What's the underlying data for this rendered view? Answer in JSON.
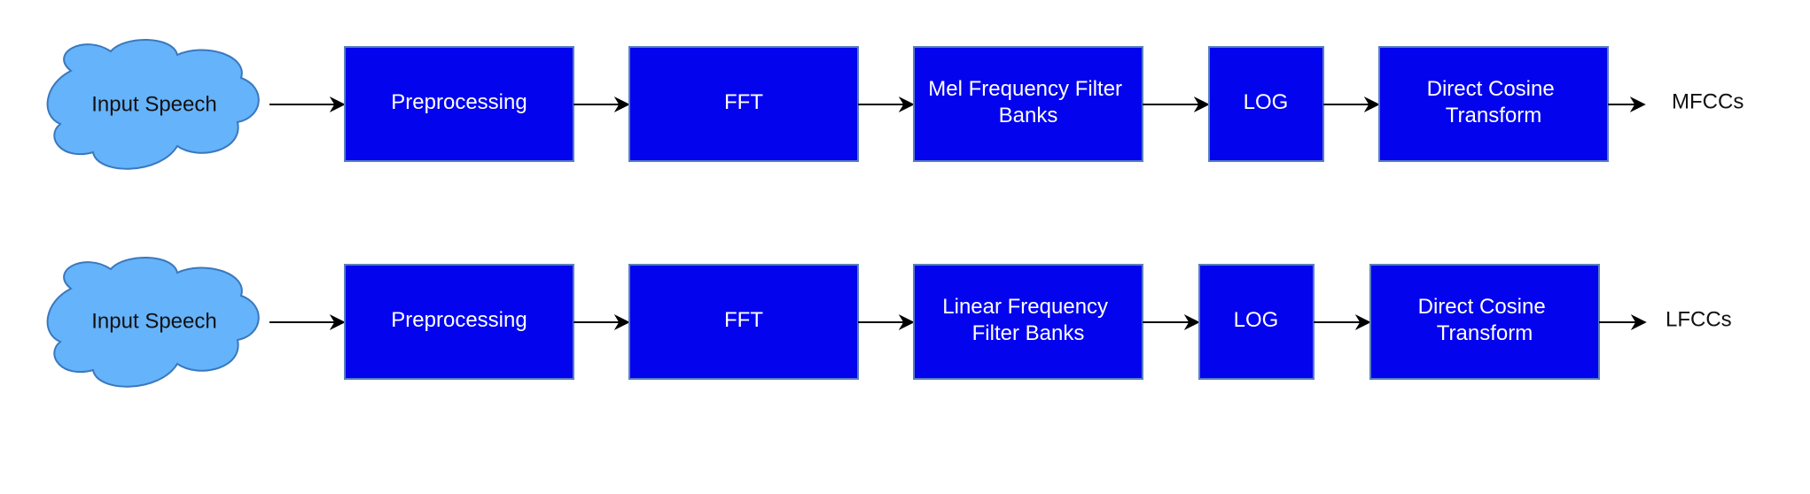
{
  "colors": {
    "box_fill": "#0303ee",
    "box_stroke": "#5a7fc0",
    "cloud_fill": "#65b3fa",
    "cloud_stroke": "#3a78bd",
    "arrow": "#000000",
    "box_text": "#ffffff"
  },
  "pipelines": [
    {
      "input": "Input Speech",
      "steps": [
        [
          "Preprocessing"
        ],
        [
          "FFT"
        ],
        [
          "Mel Frequency Filter",
          "Banks"
        ],
        [
          "LOG"
        ],
        [
          "Direct Cosine",
          "Transform"
        ]
      ],
      "output": "MFCCs"
    },
    {
      "input": "Input Speech",
      "steps": [
        [
          "Preprocessing"
        ],
        [
          "FFT"
        ],
        [
          "Linear Frequency",
          "Filter Banks"
        ],
        [
          "LOG"
        ],
        [
          "Direct Cosine",
          "Transform"
        ]
      ],
      "output": "LFCCs"
    }
  ]
}
